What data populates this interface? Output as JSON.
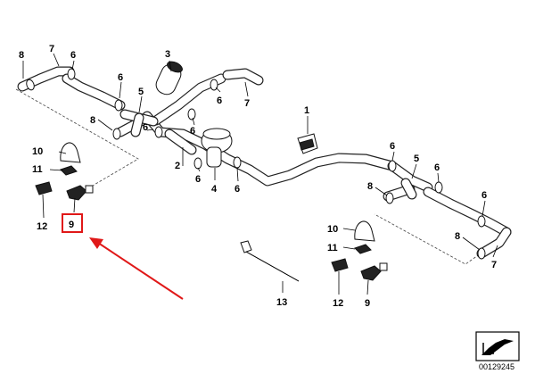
{
  "diagram": {
    "callouts": {
      "c8a": "8",
      "c7a": "7",
      "c6a": "6",
      "c3": "3",
      "c6b": "6",
      "c7b": "7",
      "c6c": "6",
      "c5a": "5",
      "c8b": "8",
      "c6d": "6",
      "c6e": "6",
      "c10a": "10",
      "c11a": "11",
      "c12a": "12",
      "c9a": "9",
      "c2": "2",
      "c6f": "6",
      "c4": "4",
      "c6g": "6",
      "c1": "1",
      "c6h": "6",
      "c5b": "5",
      "c6i": "6",
      "c8c": "8",
      "c6j": "6",
      "c8d": "8",
      "c7c": "7",
      "c10b": "10",
      "c11b": "11",
      "c12b": "12",
      "c9b": "9",
      "c13": "13"
    },
    "highlighted_part": "9",
    "highlight_color": "#e01818",
    "reference_number": "00129245"
  }
}
